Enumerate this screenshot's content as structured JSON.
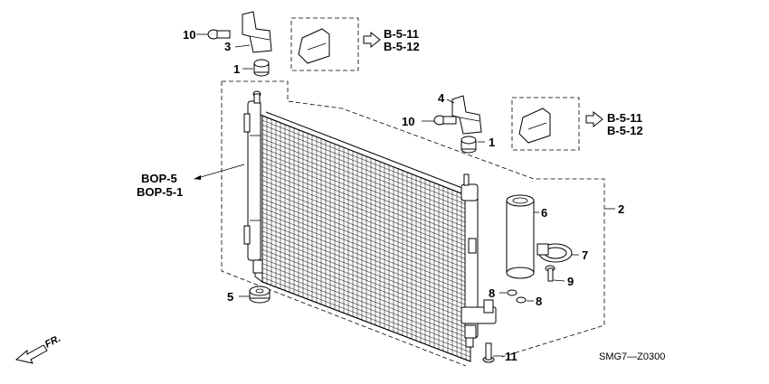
{
  "diagram": {
    "callouts": {
      "p10a": "10",
      "p3": "3",
      "p1a": "1",
      "p4": "4",
      "p10b": "10",
      "p1b": "1",
      "p2": "2",
      "p6": "6",
      "p7": "7",
      "p9": "9",
      "p8a": "8",
      "p8b": "8",
      "p5": "5",
      "p11": "11"
    },
    "refs": {
      "upper_a": "B-5-11",
      "upper_b": "B-5-12",
      "right_a": "B-5-11",
      "right_b": "B-5-12",
      "left_a": "BOP-5",
      "left_b": "BOP-5-1"
    },
    "direction_label": "FR.",
    "diagram_code": "SMG7—Z0300"
  }
}
